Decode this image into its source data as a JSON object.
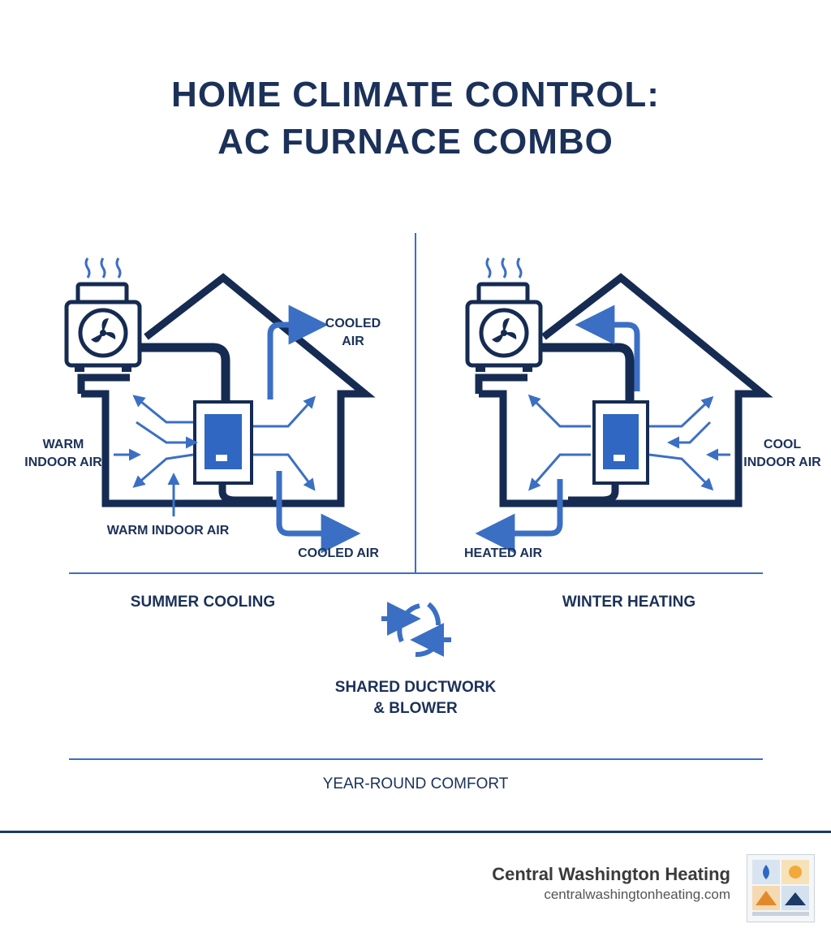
{
  "title": {
    "line1": "HOME CLIMATE CONTROL:",
    "line2": "AC FURNACE COMBO"
  },
  "left": {
    "warm_indoor_air_side_l1": "WARM",
    "warm_indoor_air_side_l2": "INDOOR AIR",
    "warm_indoor_air_bottom": "WARM INDOOR AIR",
    "cooled_air_top_l1": "COOLED",
    "cooled_air_top_l2": "AIR",
    "cooled_air_bottom": "COOLED AIR",
    "section": "SUMMER COOLING"
  },
  "right": {
    "cool_indoor_air_l1": "COOL",
    "cool_indoor_air_l2": "INDOOR AIR",
    "heated_air": "HEATED AIR",
    "section": "WINTER HEATING"
  },
  "center": {
    "shared_l1": "SHARED DUCTWORK",
    "shared_l2": "& BLOWER"
  },
  "bottom": "YEAR-ROUND COMFORT",
  "brand": {
    "name": "Central Washington Heating",
    "url": "centralwashingtonheating.com"
  },
  "colors": {
    "navy": "#1b3159",
    "blue": "#3b6fc4",
    "furnace": "#2f67c2"
  }
}
